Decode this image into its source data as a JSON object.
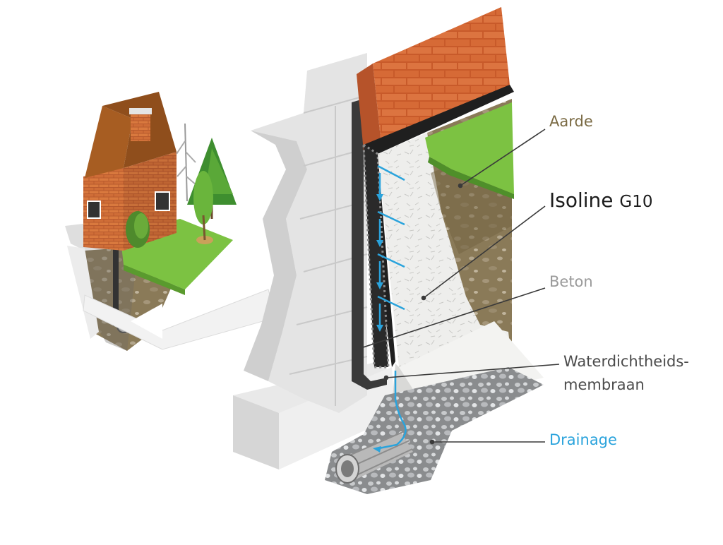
{
  "colors": {
    "aarde": "#7a6a43",
    "isoline": "#1c1c1c",
    "beton": "#9a9a9a",
    "membraan": "#4b4b4b",
    "drainage": "#2aa3dc",
    "brick": "#d36b39",
    "grass": "#7cc242",
    "membrane": "#3c3c3c",
    "water": "#2aa3dc"
  },
  "labels": {
    "aarde": "Aarde",
    "isoline_name": "Isoline",
    "isoline_code": "G10",
    "beton": "Beton",
    "membraan_line1": "Waterdichtheids-",
    "membraan_line2": "membraan",
    "drainage": "Drainage"
  },
  "icons": {
    "house": "house-icon",
    "trees": "tree-icon",
    "arrow": "arrow-left-icon",
    "pipe": "drainage-pipe-icon"
  }
}
